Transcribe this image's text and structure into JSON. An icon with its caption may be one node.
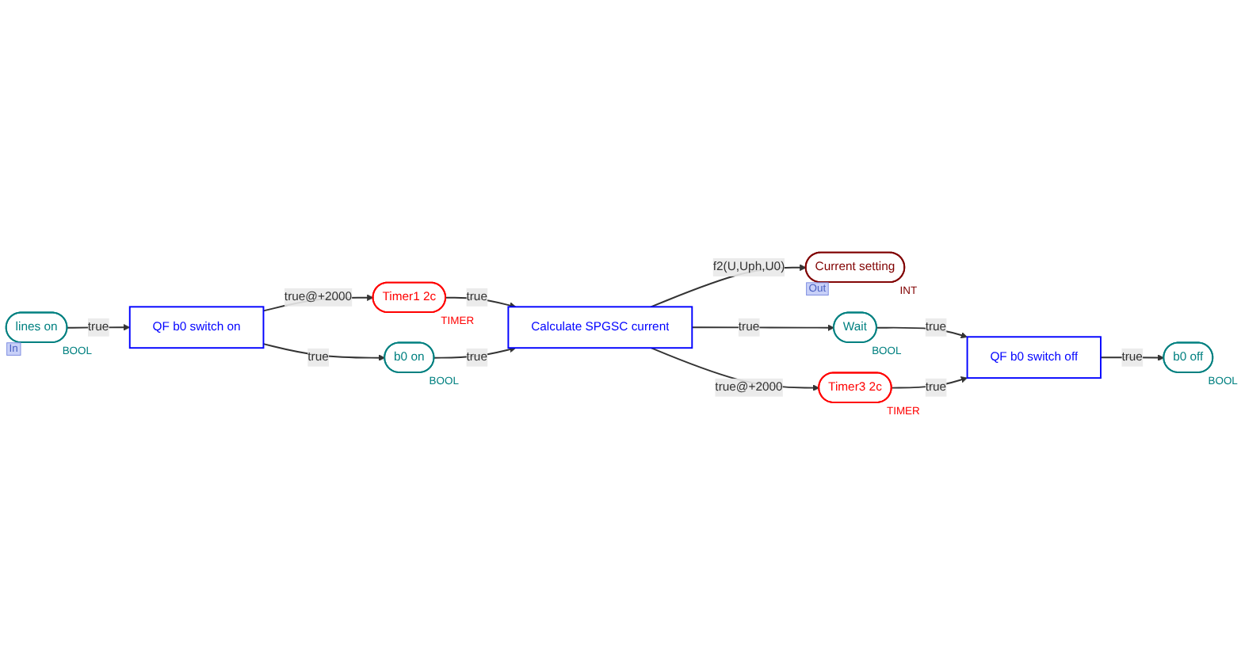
{
  "diagram": {
    "nodes": [
      {
        "text": [
          "lines on"
        ],
        "beside": [
          "In",
          "BOOL"
        ]
      },
      {
        "text": [
          "QF b0 switch on"
        ]
      },
      {
        "text": [
          "Timer1 2c"
        ],
        "beside": [
          "TIMER"
        ]
      },
      {
        "text": [
          "b0 on"
        ],
        "beside": [
          "BOOL"
        ]
      },
      {
        "text": [
          "Calculate SPGSC current"
        ]
      },
      {
        "text": [
          "Current setting"
        ],
        "beside": [
          "Out",
          "INT"
        ]
      },
      {
        "text": [
          "Wait"
        ],
        "beside": [
          "BOOL"
        ]
      },
      {
        "text": [
          "Timer3 2c"
        ],
        "beside": [
          "TIMER"
        ]
      },
      {
        "text": [
          "QF b0 switch off"
        ]
      },
      {
        "text": [
          "b0 off"
        ],
        "beside": [
          "BOOL"
        ]
      }
    ],
    "edges": [
      {
        "from": 0,
        "to": 1,
        "arrow": "to",
        "label": "true"
      },
      {
        "from": 1,
        "to": 2,
        "arrow": "to",
        "label": "true@+2000"
      },
      {
        "from": 1,
        "to": 3,
        "arrow": "to",
        "label": "true"
      },
      {
        "from": 2,
        "to": 4,
        "arrow": "to",
        "label": "true"
      },
      {
        "from": 3,
        "to": 4,
        "arrow": "to",
        "label": "true"
      },
      {
        "from": 4,
        "to": 5,
        "arrow": "to",
        "label": "f2(U,Uph,U0)"
      },
      {
        "from": 4,
        "to": 6,
        "arrow": "to",
        "label": "true"
      },
      {
        "from": 4,
        "to": 7,
        "arrow": "to",
        "label": "true@+2000"
      },
      {
        "from": 6,
        "to": 8,
        "arrow": "to",
        "label": "true"
      },
      {
        "from": 7,
        "to": 8,
        "arrow": "to",
        "label": "true"
      },
      {
        "from": 8,
        "to": 9,
        "arrow": "to",
        "label": "true"
      }
    ]
  }
}
